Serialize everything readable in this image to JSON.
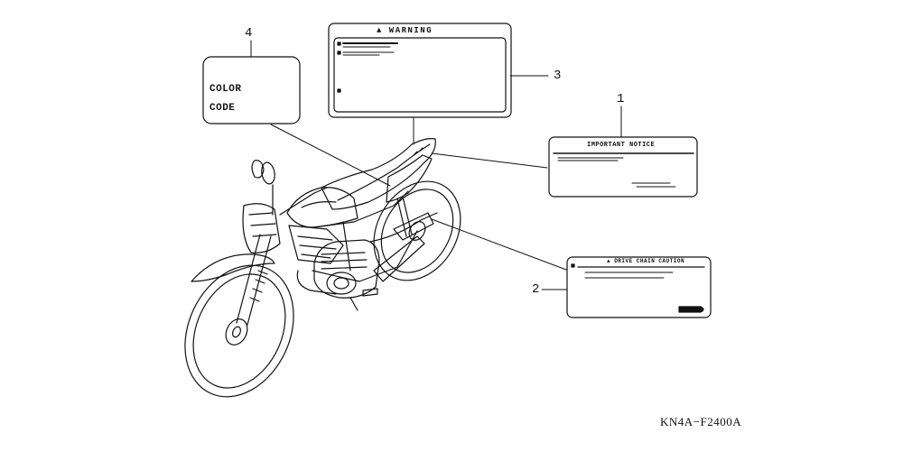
{
  "callouts": {
    "c1": "1",
    "c2": "2",
    "c3": "3",
    "c4": "4"
  },
  "labels": {
    "warning": {
      "title": "▲ WARNING"
    },
    "important_notice": {
      "title": "IMPORTANT NOTICE"
    },
    "drive_chain": {
      "title": "▲ DRIVE CHAIN CAUTION"
    },
    "color_code": {
      "line1": "COLOR",
      "line2": "CODE"
    }
  },
  "diagram_code": "KN4A−F2400A"
}
